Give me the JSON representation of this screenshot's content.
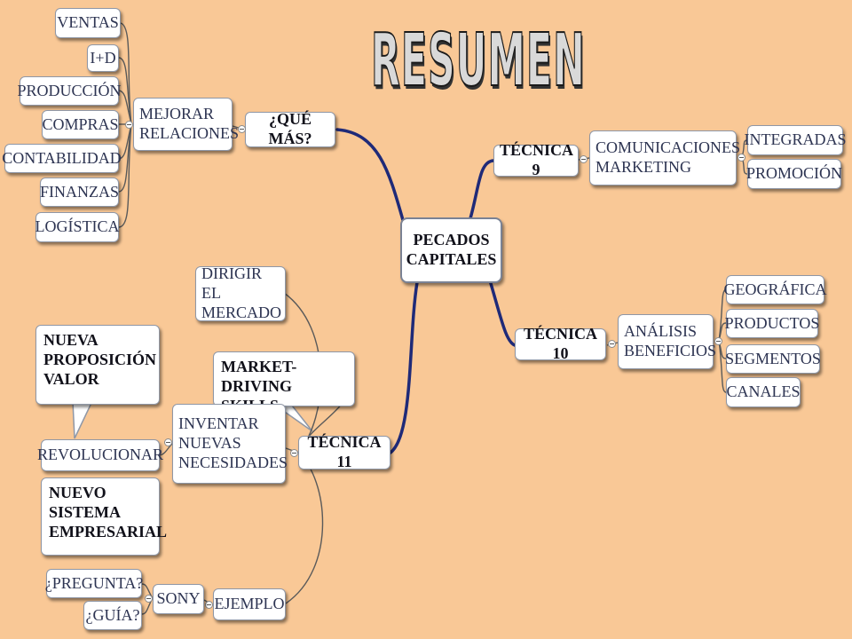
{
  "title": "RESUMEN",
  "colors": {
    "background": "#f9c896",
    "main_branch": "#1f2a78",
    "sub_branch": "#555555"
  },
  "central": {
    "label": "PECADOS\nCAPITALES"
  },
  "que_mas": {
    "label": "¿QUÉ MÁS?",
    "mejorar": "MEJORAR\nRELACIONES",
    "areas": [
      "VENTAS",
      "I+D",
      "PRODUCCIÓN",
      "COMPRAS",
      "CONTABILIDAD",
      "FINANZAS",
      "LOGÍSTICA"
    ]
  },
  "tecnica9": {
    "label": "TÉCNICA 9",
    "comunicaciones": "COMUNICACIONES\nMARKETING",
    "items": [
      "INTEGRADAS",
      "PROMOCIÓN"
    ]
  },
  "tecnica10": {
    "label": "TÉCNICA 10",
    "analisis": "ANÁLISIS\nBENEFICIOS",
    "items": [
      "GEOGRÁFICA",
      "PRODUCTOS",
      "SEGMENTOS",
      "CANALES"
    ]
  },
  "tecnica11": {
    "label": "TÉCNICA 11",
    "dirigir": "DIRIGIR EL\nMERCADO",
    "market_driving": "MARKET-DRIVING\nSKILLS",
    "inventar": "INVENTAR\nNUEVAS\nNECESIDADES",
    "revolucionar": "REVOLUCIONAR",
    "nueva_propuesta": "NUEVA\nPROPOSICIÓN\nVALOR",
    "nuevo_sistema": "NUEVO\nSISTEMA\nEMPRESARIAL",
    "ejemplo": "EJEMPLO",
    "sony": "SONY",
    "pregunta": "¿PREGUNTA?",
    "guia": "¿GUÍA?"
  }
}
